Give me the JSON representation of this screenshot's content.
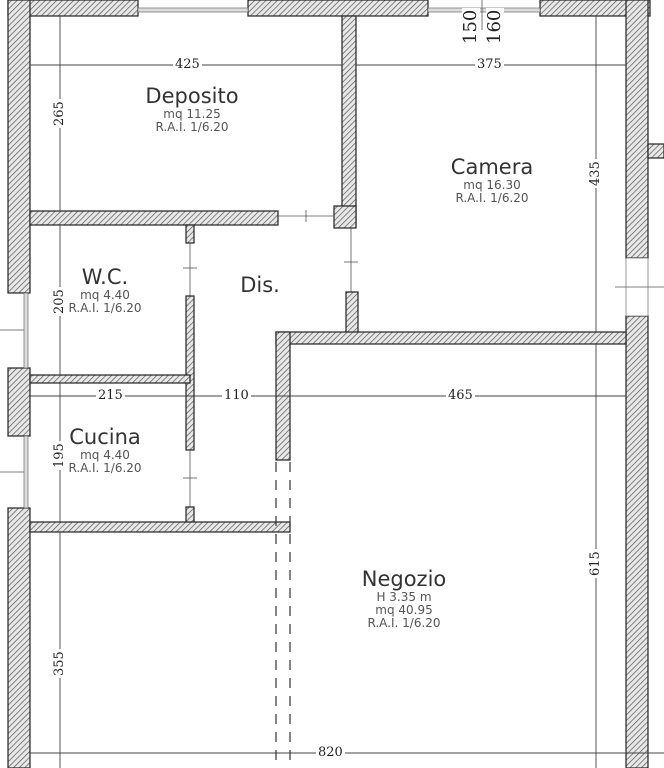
{
  "rooms": {
    "deposito": {
      "name": "Deposito",
      "area": "mq 11.25",
      "rai": "R.A.I. 1/6.20"
    },
    "camera": {
      "name": "Camera",
      "area": "mq 16.30",
      "rai": "R.A.I. 1/6.20"
    },
    "wc": {
      "name": "W.C.",
      "area": "mq 4.40",
      "rai": "R.A.I. 1/6.20"
    },
    "dis": {
      "name": "Dis."
    },
    "cucina": {
      "name": "Cucina",
      "area": "mq 4.40",
      "rai": "R.A.I. 1/6.20"
    },
    "negozio": {
      "name": "Negozio",
      "height": "H 3.35 m",
      "area": "mq 40.95",
      "rai": "R.A.I. 1/6.20"
    }
  },
  "dimensions": {
    "deposito_width": "425",
    "deposito_depth": "265",
    "camera_width": "375",
    "camera_depth": "435",
    "window_sill": "150",
    "window_height": "160",
    "wc_depth": "205",
    "cucina_width": "215",
    "cucina_depth": "195",
    "dis_width": "110",
    "negozio_width": "465",
    "negozio_depth": "615",
    "left_depth": "355",
    "total_width": "820"
  }
}
